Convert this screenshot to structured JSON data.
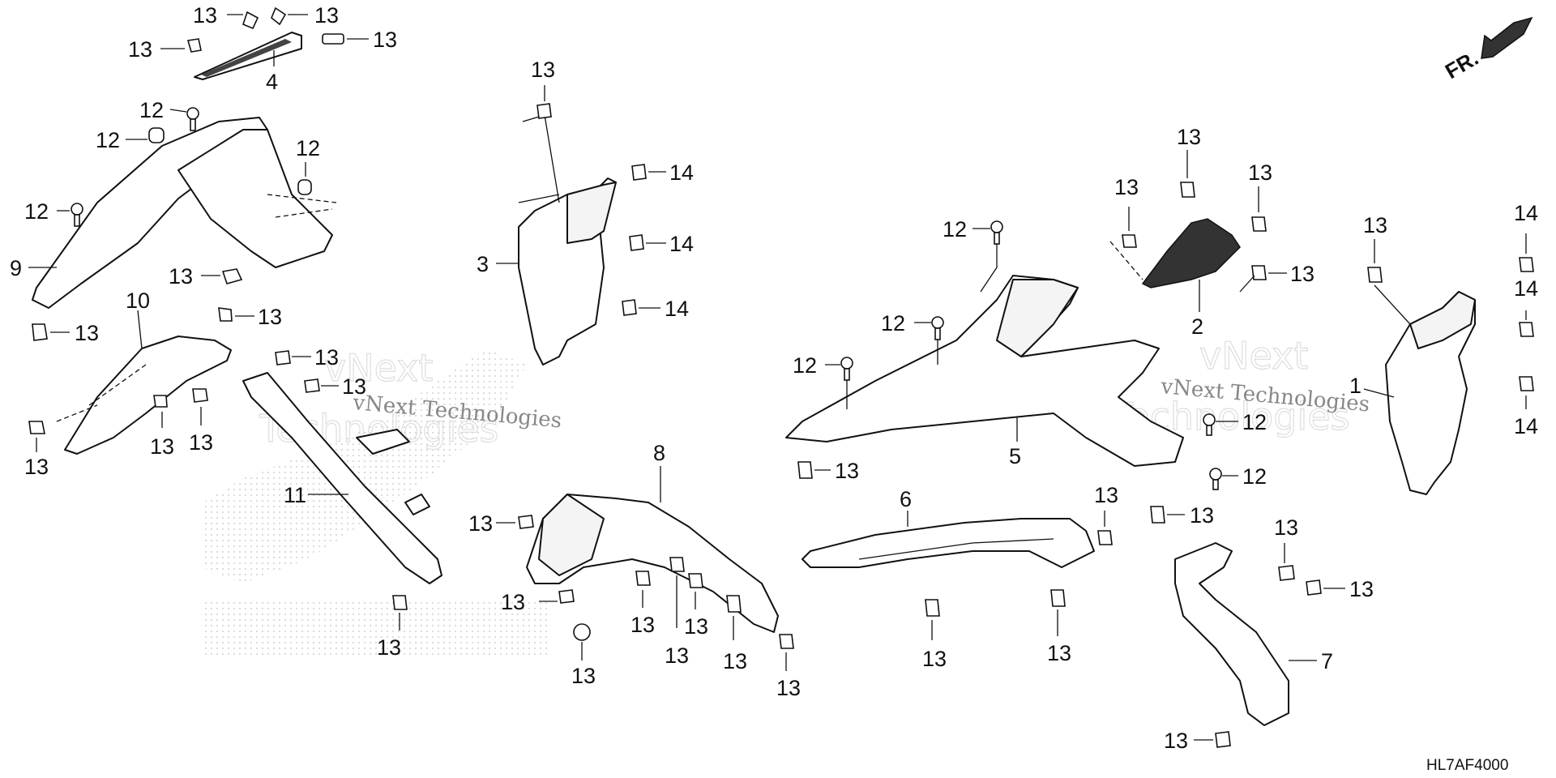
{
  "diagram": {
    "code": "HL7AF4000",
    "front_arrow": {
      "text": "FR."
    },
    "watermark": {
      "line1": "vNext",
      "line2": "Technologies",
      "line3": "vNext Technologies"
    },
    "part_labels": {
      "p1": "1",
      "p2": "2",
      "p3": "3",
      "p4": "4",
      "p5": "5",
      "p6": "6",
      "p7": "7",
      "p8": "8",
      "p9": "9",
      "p10": "10",
      "p11": "11"
    },
    "fastener_labels": {
      "twelve": "12",
      "thirteen": "13",
      "fourteen": "14"
    }
  }
}
